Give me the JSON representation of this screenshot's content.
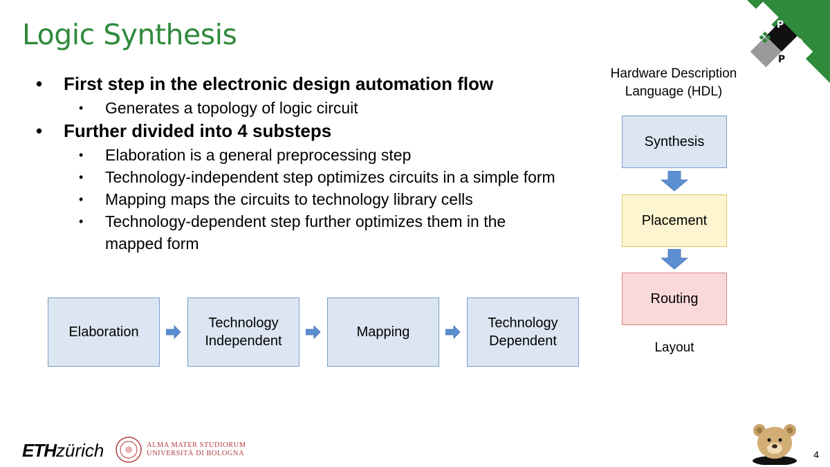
{
  "slide": {
    "title": "Logic Synthesis",
    "page_number": "4"
  },
  "bullets": [
    {
      "text": "First step in the electronic design automation flow",
      "sub": [
        "Generates a topology of logic circuit"
      ]
    },
    {
      "text": "Further divided into 4 substeps",
      "sub": [
        "Elaboration is a general preprocessing step",
        "Technology-independent step optimizes circuits in a simple form",
        "Mapping maps the circuits to technology library cells",
        "Technology-dependent step further optimizes them in the mapped form"
      ]
    }
  ],
  "bullet_glyph": "•",
  "substeps_flow": [
    "Elaboration",
    "Technology Independent",
    "Mapping",
    "Technology Dependent"
  ],
  "eda_flow": {
    "input_label": "Hardware Description Language (HDL)",
    "steps": [
      {
        "label": "Synthesis",
        "fill": "#dce6f2",
        "border": "#7a9cc8"
      },
      {
        "label": "Placement",
        "fill": "#fdf5cf",
        "border": "#d9c86a"
      },
      {
        "label": "Routing",
        "fill": "#f9d9d9",
        "border": "#d58383"
      }
    ],
    "output_label": "Layout"
  },
  "logos": {
    "eth_bold": "ETH",
    "eth_rest": "zürich",
    "unibo_line1": "ALMA MATER STUDIORUM",
    "unibo_line2": "UNIVERSITÀ DI BOLOGNA",
    "corner_letter": "P"
  },
  "colors": {
    "title_green": "#2f8a3b",
    "arrow_blue": "#5b8fd1",
    "corner_green": "#2f8a3b"
  }
}
